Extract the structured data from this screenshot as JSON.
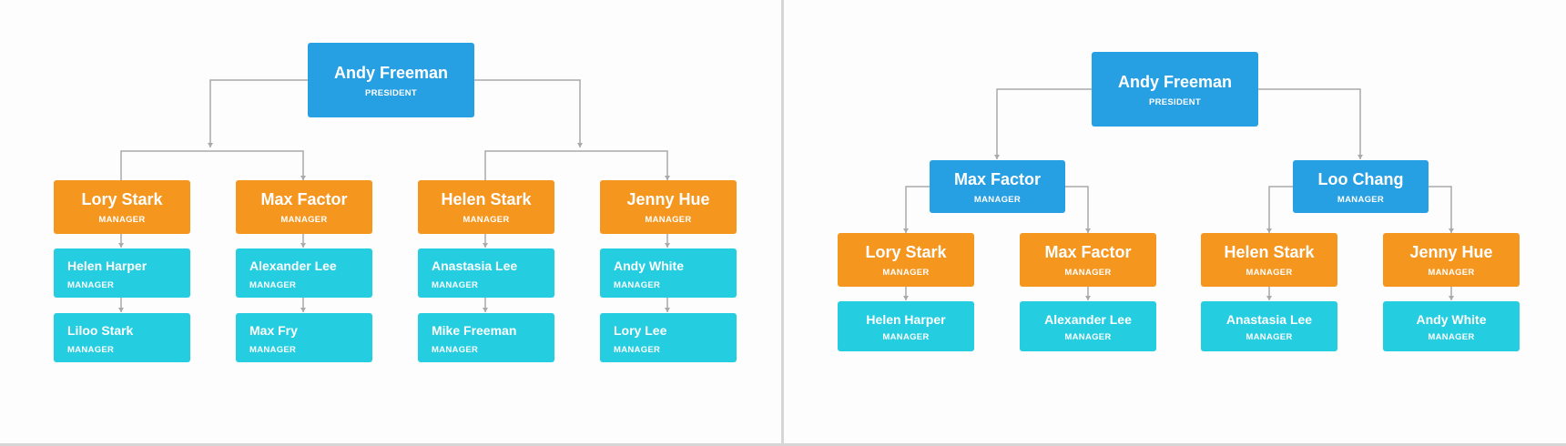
{
  "left_chart": {
    "root": {
      "name": "Andy Freeman",
      "role": "PRESIDENT"
    },
    "managers": [
      {
        "name": "Lory Stark",
        "role": "MANAGER",
        "reports": [
          {
            "name": "Helen Harper",
            "role": "MANAGER"
          },
          {
            "name": "Liloo Stark",
            "role": "MANAGER"
          }
        ]
      },
      {
        "name": "Max Factor",
        "role": "MANAGER",
        "reports": [
          {
            "name": "Alexander Lee",
            "role": "MANAGER"
          },
          {
            "name": "Max Fry",
            "role": "MANAGER"
          }
        ]
      },
      {
        "name": "Helen Stark",
        "role": "MANAGER",
        "reports": [
          {
            "name": "Anastasia Lee",
            "role": "MANAGER"
          },
          {
            "name": "Mike Freeman",
            "role": "MANAGER"
          }
        ]
      },
      {
        "name": "Jenny Hue",
        "role": "MANAGER",
        "reports": [
          {
            "name": "Andy White",
            "role": "MANAGER"
          },
          {
            "name": "Lory Lee",
            "role": "MANAGER"
          }
        ]
      }
    ]
  },
  "right_chart": {
    "root": {
      "name": "Andy Freeman",
      "role": "PRESIDENT"
    },
    "directors": [
      {
        "name": "Max Factor",
        "role": "MANAGER"
      },
      {
        "name": "Loo Chang",
        "role": "MANAGER"
      }
    ],
    "managers": [
      {
        "name": "Lory Stark",
        "role": "MANAGER",
        "reports": [
          {
            "name": "Helen Harper",
            "role": "MANAGER"
          }
        ]
      },
      {
        "name": "Max Factor",
        "role": "MANAGER",
        "reports": [
          {
            "name": "Alexander Lee",
            "role": "MANAGER"
          }
        ]
      },
      {
        "name": "Helen Stark",
        "role": "MANAGER",
        "reports": [
          {
            "name": "Anastasia Lee",
            "role": "MANAGER"
          }
        ]
      },
      {
        "name": "Jenny Hue",
        "role": "MANAGER",
        "reports": [
          {
            "name": "Andy White",
            "role": "MANAGER"
          }
        ]
      }
    ]
  },
  "colors": {
    "president": "#279fe3",
    "manager": "#f5961f",
    "report": "#25cde1",
    "connector": "#a9a9a9"
  }
}
